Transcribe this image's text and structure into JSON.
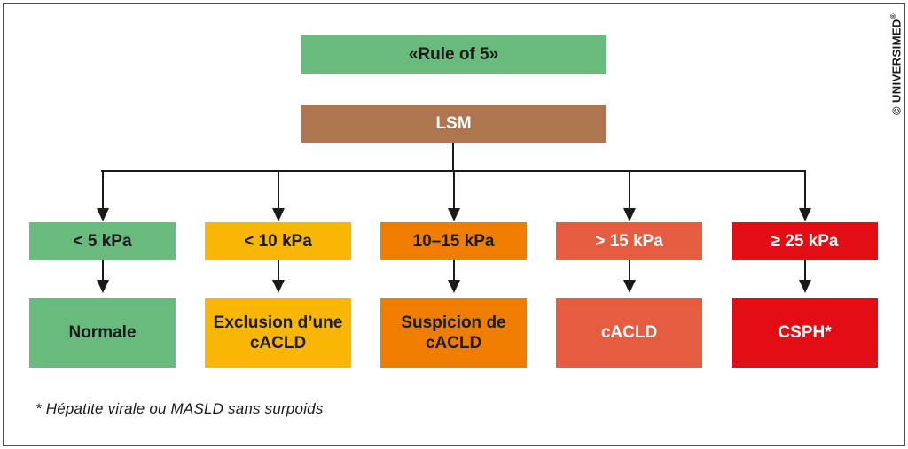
{
  "page": {
    "background": "#ffffff",
    "border_color": "#4d4d4d",
    "arrow_color": "#1a1a1a"
  },
  "header": {
    "rule_box": {
      "label": "«Rule of 5»",
      "bg": "#69ba7d",
      "text_color": "#1a1a1a"
    },
    "lsm_box": {
      "label": "LSM",
      "bg": "#ad764e",
      "text_color": "#ffffff"
    }
  },
  "columns": [
    {
      "kpa": "< 5 kPa",
      "result": "Normale",
      "bg": "#69ba7d",
      "text_color": "#1a1a1a"
    },
    {
      "kpa": "< 10 kPa",
      "result": "Exclusion d’une cACLD",
      "bg": "#fab605",
      "text_color": "#1a1a1a"
    },
    {
      "kpa": "10–15 kPa",
      "result": "Suspicion de cACLD",
      "bg": "#ee7d00",
      "text_color": "#1a1a1a"
    },
    {
      "kpa": "> 15 kPa",
      "result": "cACLD",
      "bg": "#e65c41",
      "text_color": "#ffffff"
    },
    {
      "kpa": "≥ 25 kPa",
      "result": "CSPH*",
      "bg": "#e30d16",
      "text_color": "#ffffff"
    }
  ],
  "footnote": "* Hépatite virale ou MASLD sans surpoids",
  "credit": {
    "text": "© UNIVERSIMED",
    "reg": "®"
  }
}
